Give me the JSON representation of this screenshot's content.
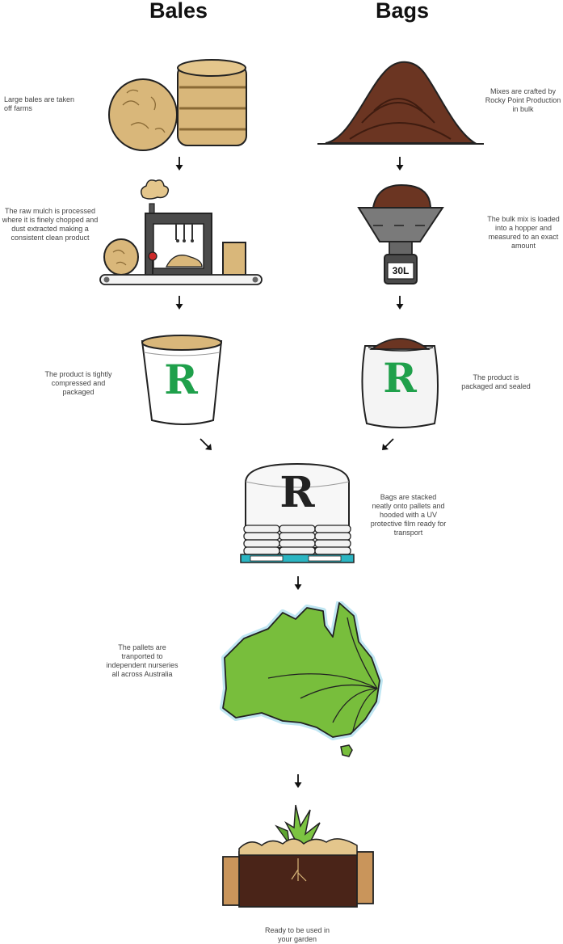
{
  "headings": {
    "bales": "Bales",
    "bags": "Bags"
  },
  "captions": {
    "bales_farm": "Large bales are taken off farms",
    "bags_bulk": "Mixes are crafted by Rocky Point Production in bulk",
    "bales_process": "The raw mulch is processed where it is finely chopped and dust extracted making a consistent clean product",
    "bags_hopper": "The bulk mix is loaded into a hopper and measured to an exact amount",
    "bales_pack": "The product is tightly compressed and packaged",
    "bags_pack": "The product is packaged and sealed",
    "pallets": "Bags are stacked neatly onto pallets and hooded with a UV protective film ready for transport",
    "transport": "The pallets are tranported to independent nurseries all across Australia",
    "garden": "Ready to be used in your garden"
  },
  "labels": {
    "brand_letter": "R",
    "hopper_volume": "30L"
  },
  "colors": {
    "straw": "#D9B77A",
    "soil": "#6B3522",
    "brand_green": "#1FA04B",
    "map_green": "#78BE3C",
    "map_glow": "#BFE6F2",
    "pallet_teal": "#2BB5C2"
  },
  "icons": {
    "arrow": "arrow-down-icon",
    "arrow_diag_right": "arrow-down-right-icon",
    "arrow_diag_left": "arrow-down-left-icon"
  }
}
